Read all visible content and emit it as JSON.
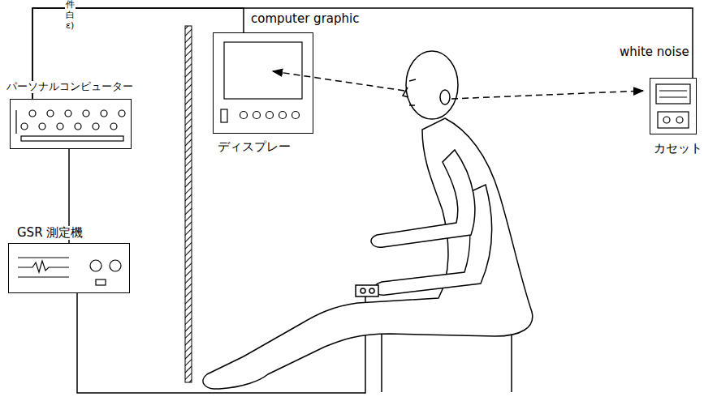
{
  "diagram": {
    "nodes": [
      {
        "text": [
          "パーソナルコンピューター"
        ]
      },
      {
        "text": [
          "GSR 測定機"
        ]
      },
      {
        "text": [
          "ディスプレー"
        ]
      },
      {
        "text": [
          "カセット"
        ]
      }
    ],
    "edges": [
      {
        "from": 0,
        "to": 1,
        "arrow": "none"
      },
      {
        "from": 0,
        "to": 2,
        "arrow": "none",
        "label": "computer graphic"
      },
      {
        "from": 0,
        "to": 3,
        "arrow": "none",
        "label": "white noise"
      }
    ],
    "labels": [
      "件",
      "白",
      "ε)"
    ]
  }
}
